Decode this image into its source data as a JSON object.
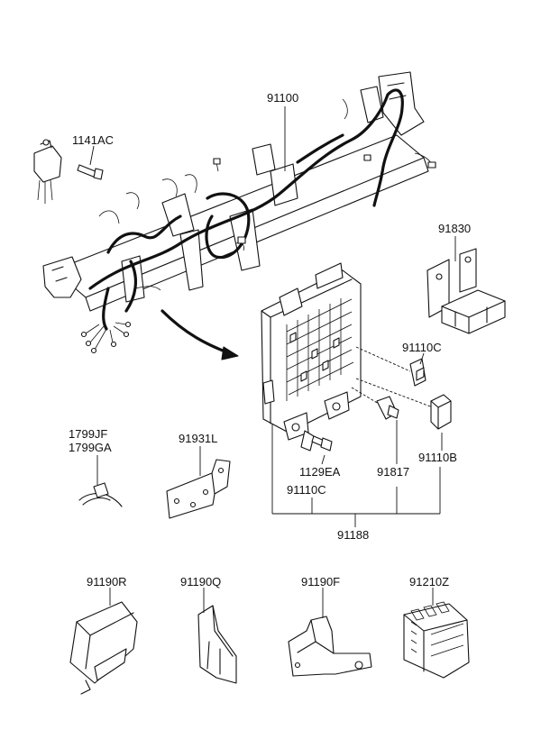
{
  "labels": {
    "harness": "91100",
    "bolt_top": "1141AC",
    "relay": "91830",
    "fuse_c": "91110C",
    "fuse_b": "91110B",
    "bolt_mid": "1129EA",
    "clip_91817": "91817",
    "fuse_c_bottom": "91110C",
    "junction_assy": "91188",
    "clamp_1": "1799JF",
    "clamp_2": "1799GA",
    "bracket": "91931L",
    "cover_r": "91190R",
    "cover_q": "91190Q",
    "bracket_f": "91190F",
    "relay_box": "91210Z"
  }
}
